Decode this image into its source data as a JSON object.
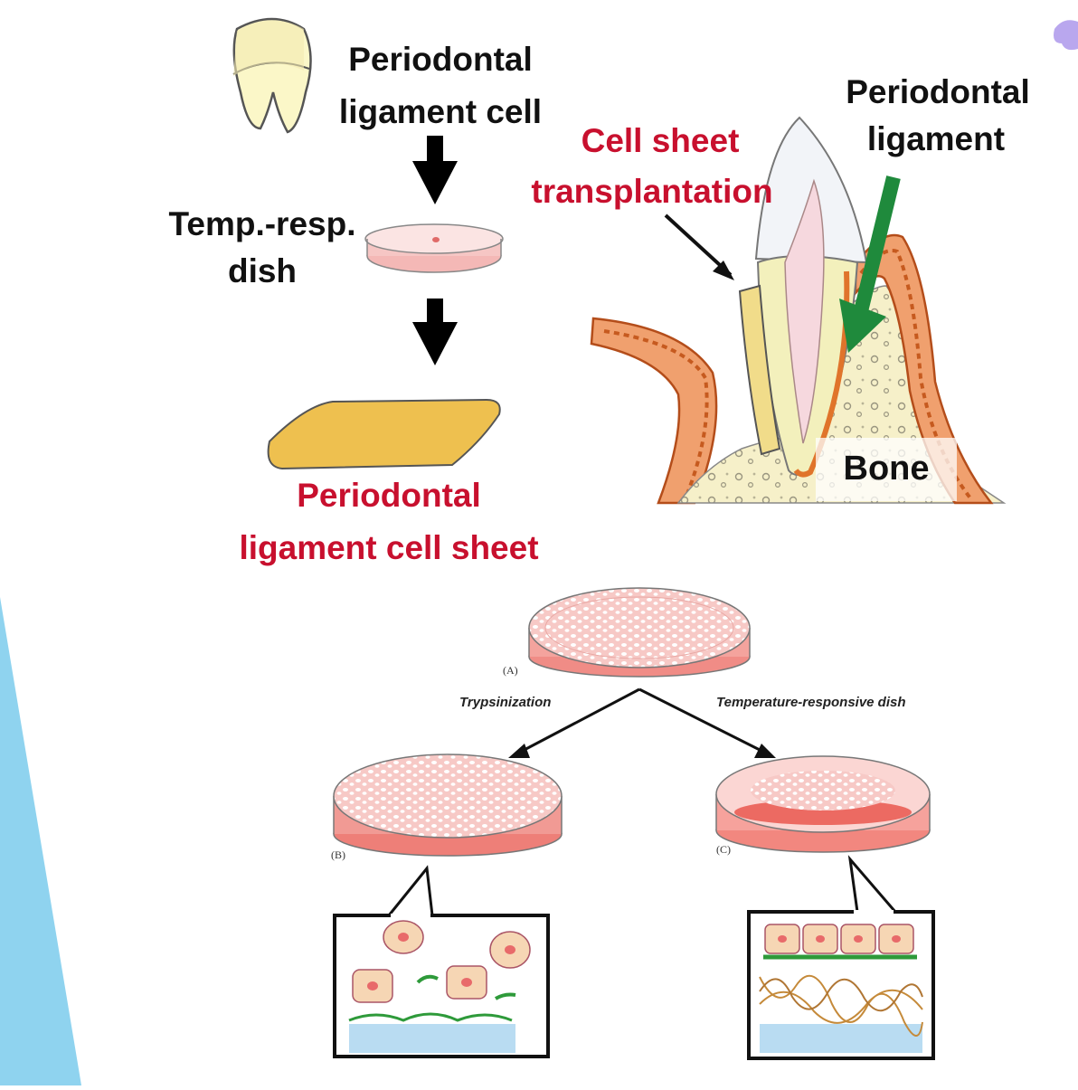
{
  "labels": {
    "pdl_cell_line1": "Periodontal",
    "pdl_cell_line2": "ligament cell",
    "temp_dish_line1": "Temp.-resp.",
    "temp_dish_line2": "dish",
    "cell_sheet_line1": "Periodontal",
    "cell_sheet_line2": "ligament cell sheet",
    "transplant_line1": "Cell sheet",
    "transplant_line2": "transplantation",
    "pdl_line1": "Periodontal",
    "pdl_line2": "ligament",
    "bone": "Bone"
  },
  "lower_panel": {
    "dish_a": "(A)",
    "dish_b": "(B)",
    "dish_c": "(C)",
    "left_branch": "Trypsinization",
    "right_branch": "Temperature-responsive dish"
  },
  "colors": {
    "label_black": "#111111",
    "label_red": "#c8102e",
    "arrow_green": "#1f8a3c",
    "bone_orange": "#e0742b",
    "cell_sheet_yellow": "#eec04f",
    "side_panel_blue": "#8fd3ef"
  }
}
